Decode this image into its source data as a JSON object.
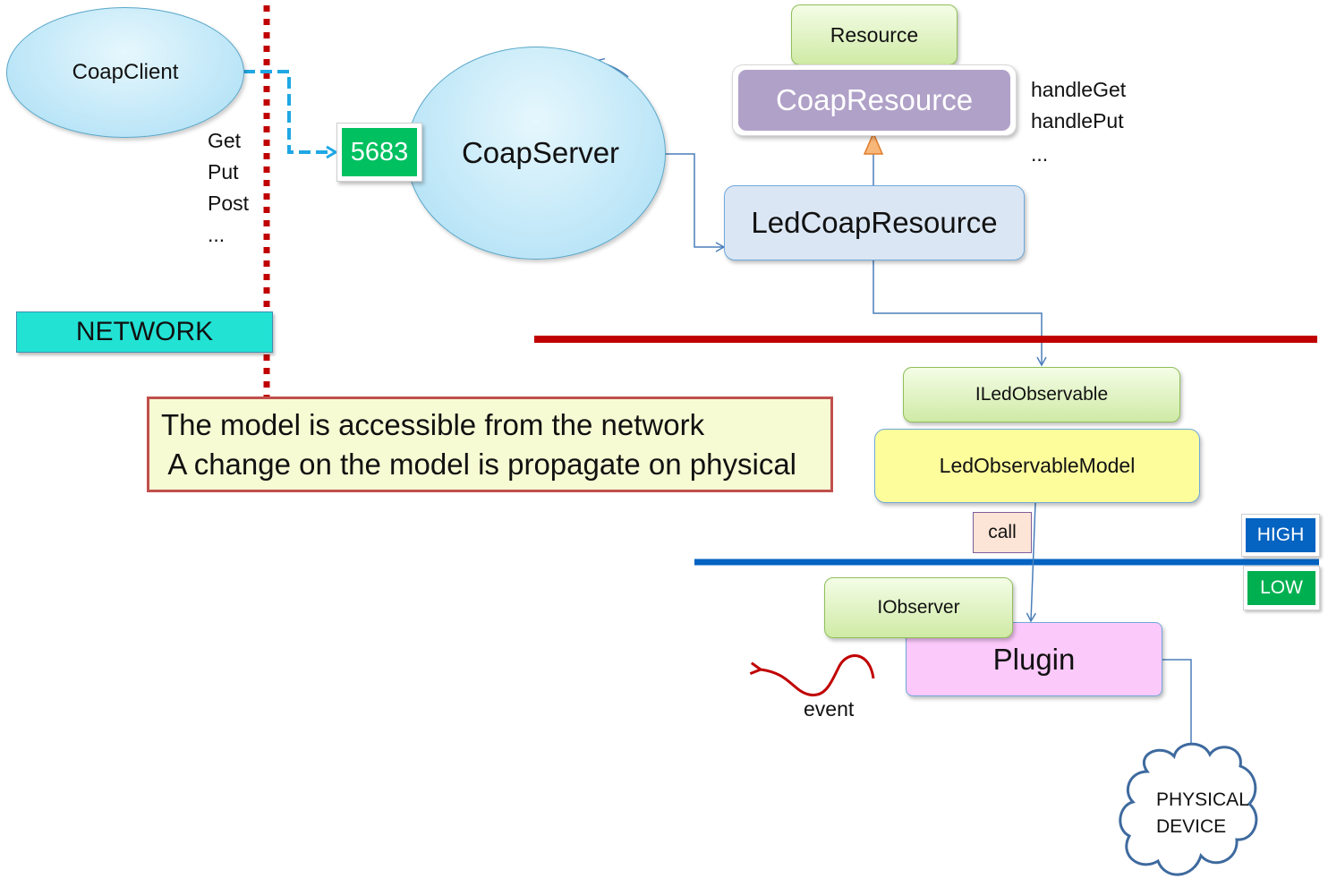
{
  "client": {
    "label": "CoapClient",
    "methods": [
      "Get",
      "Put",
      "Post",
      "..."
    ]
  },
  "network": {
    "label": "NETWORK"
  },
  "port": {
    "label": "5683"
  },
  "server": {
    "label": "CoapServer"
  },
  "resource": {
    "label": "Resource"
  },
  "coap_resource": {
    "label": "CoapResource",
    "handlers": [
      "handleGet",
      "handlePut",
      "..."
    ]
  },
  "led_coap_resource": {
    "label": "LedCoapResource"
  },
  "note": {
    "line1": "The model is accessible from the network",
    "line2": " A change on the model is propagate on physical"
  },
  "observable_iface": {
    "label": "ILedObservable"
  },
  "observable_model": {
    "label": "LedObservableModel"
  },
  "call": {
    "label": "call"
  },
  "high": {
    "label": "HIGH"
  },
  "low": {
    "label": "LOW"
  },
  "observer_iface": {
    "label": "IObserver"
  },
  "plugin": {
    "label": "Plugin"
  },
  "event": {
    "label": "event"
  },
  "device": {
    "line1": "PHYSICAL",
    "line2": "DEVICE"
  },
  "colors": {
    "network_boundary": "#c00000",
    "layer_separator_red": "#c00000",
    "layer_separator_blue": "#0563c1",
    "client_fill": "#bfe9f8",
    "port_fill": "#00c060",
    "coap_resource_fill": "#b0a1c8",
    "led_coap_resource_fill": "#dbe6f4",
    "network_fill": "#22e2d4",
    "note_fill": "#f6fbd3",
    "note_border": "#c0504d",
    "model_fill": "#fdfd9c",
    "plugin_fill": "#fcc9fb",
    "high_fill": "#0563c1",
    "low_fill": "#00b050",
    "call_fill": "#fce4d6",
    "connector": "#4a7ebb"
  }
}
